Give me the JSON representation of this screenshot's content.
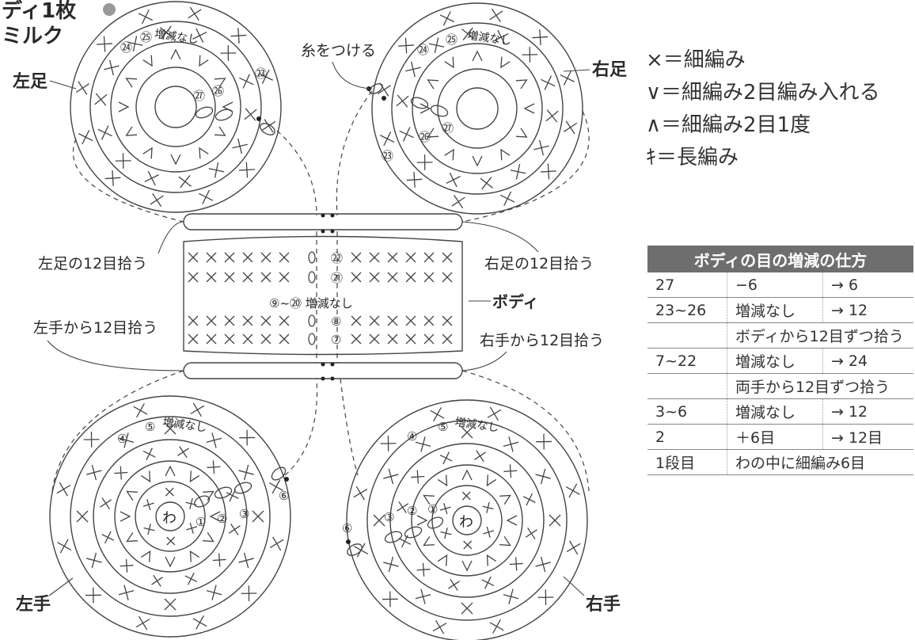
{
  "header": {
    "line1": "ディ1枚",
    "line2": "ミルク"
  },
  "labels": {
    "left_foot": "左足",
    "right_foot": "右足",
    "left_hand": "左手",
    "right_hand": "右手",
    "body": "ボディ",
    "attach_yarn": "糸をつける",
    "left_foot_pickup": "左足の12目拾う",
    "right_foot_pickup": "右足の12目拾う",
    "left_hand_pickup": "左手から12目拾う",
    "right_hand_pickup": "右手から12目拾う",
    "no_change": "増減なし",
    "center_ring": "わ",
    "body_range": "⑨~⑳ 増減なし"
  },
  "legend": [
    {
      "symbol": "×",
      "text": "＝細編み"
    },
    {
      "symbol": "∨",
      "text": "＝細編み2目編み入れる"
    },
    {
      "symbol": "∧",
      "text": "＝細編み2目1度"
    },
    {
      "symbol": "ｷ",
      "text": "＝長編み"
    }
  ],
  "table": {
    "title": "ボディの目の増減の仕方",
    "rows": [
      [
        "27",
        "−6",
        "→ 6"
      ],
      [
        "23~26",
        "増減なし",
        "→ 12"
      ],
      [
        "",
        "ボディから12目ずつ拾う",
        ""
      ],
      [
        "7~22",
        "増減なし",
        "→ 24"
      ],
      [
        "",
        "両手から12目ずつ拾う",
        ""
      ],
      [
        "3~6",
        "増減なし",
        "→ 12"
      ],
      [
        "2",
        "＋6目",
        "→ 12目"
      ],
      [
        "1段目",
        "わの中に細編み6目",
        ""
      ]
    ]
  },
  "round_numbers": {
    "foot": [
      "㉔",
      "㉕",
      "㉓",
      "㉖",
      "㉗"
    ],
    "hand": [
      "①",
      "②",
      "③",
      "④",
      "⑤",
      "⑥"
    ],
    "body": [
      "㉒",
      "㉑",
      "⑧",
      "⑦"
    ]
  },
  "body_rows": [
    "××××××",
    "××××××"
  ]
}
